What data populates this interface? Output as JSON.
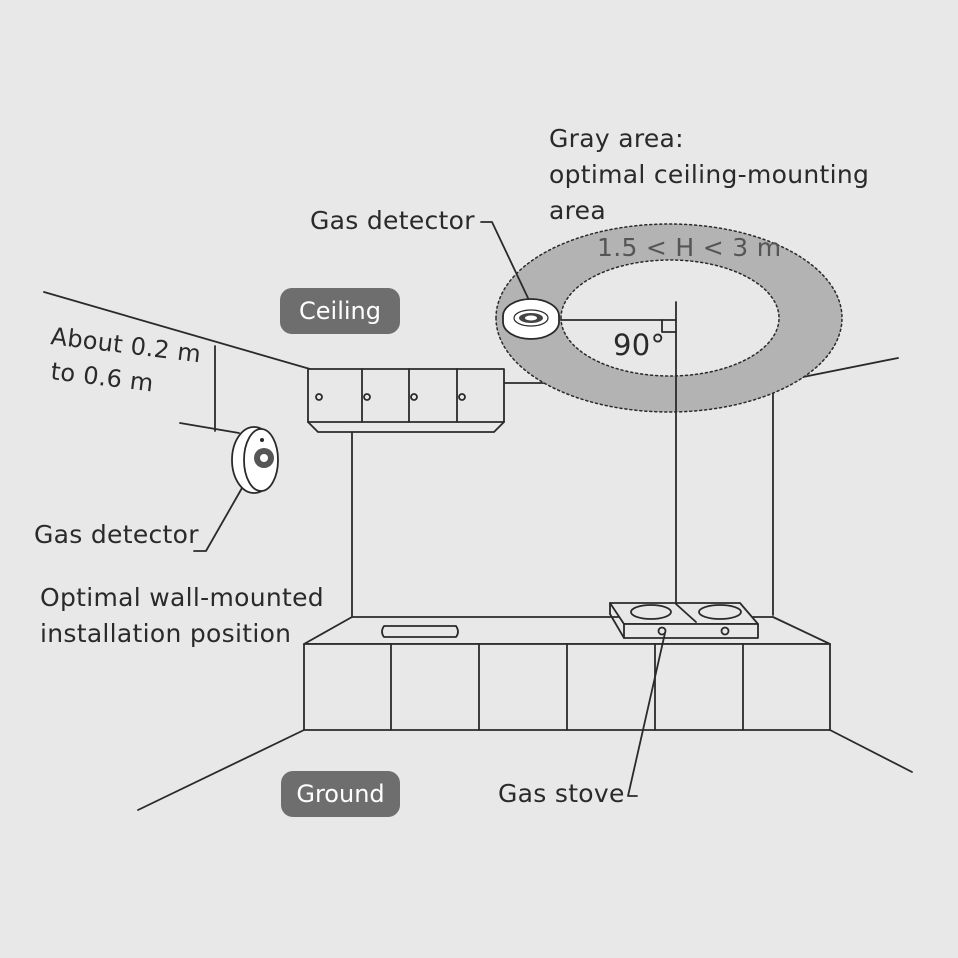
{
  "labels": {
    "gray_area_line1": "Gray area:",
    "gray_area_line2": "optimal ceiling-mounting",
    "gray_area_line3": "area",
    "height_range": "1.5 < H < 3 m",
    "angle": "90°",
    "ceiling_detector": "Gas detector",
    "ceiling": "Ceiling",
    "distance_line1": "About 0.2 m",
    "distance_line2": "to 0.6 m",
    "wall_detector": "Gas detector",
    "wall_position_line1": "Optimal wall-mounted",
    "wall_position_line2": "installation position",
    "ground": "Ground",
    "gas_stove": "Gas stove"
  },
  "colors": {
    "background": "#e8e8e8",
    "line": "#2a2a2a",
    "ring_fill": "#b3b3b3",
    "pill": "#6e6e6e"
  }
}
